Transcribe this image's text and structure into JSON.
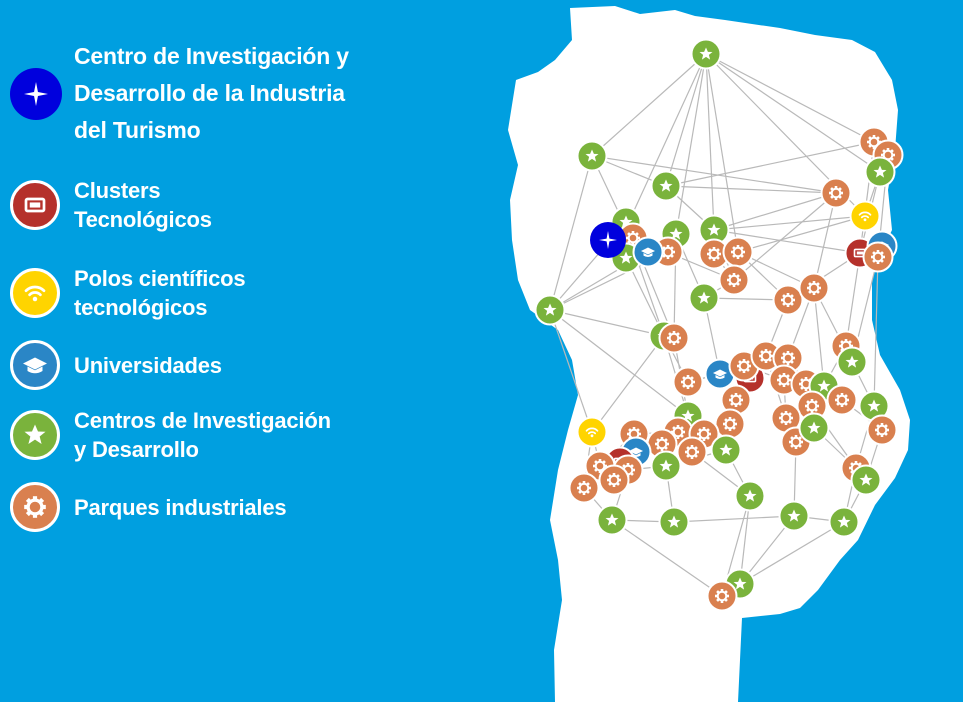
{
  "legend": {
    "items": [
      {
        "key": "turismo",
        "label": "Centro de Investigación y\nDesarrollo de la Industria\ndel Turismo",
        "icon": "four-point-star-icon",
        "color": "#0000dd"
      },
      {
        "key": "clusters",
        "label": "Clusters\nTecnológicos",
        "icon": "monitor-icon",
        "color": "#b5312b"
      },
      {
        "key": "polos",
        "label": "Polos científicos\ntecnológicos",
        "icon": "wifi-icon",
        "color": "#ffd400"
      },
      {
        "key": "univ",
        "label": "Universidades",
        "icon": "graduation-cap-icon",
        "color": "#2a86c6"
      },
      {
        "key": "cid",
        "label": "Centros de Investigación\ny Desarrollo",
        "icon": "star-icon",
        "color": "#7ab33c"
      },
      {
        "key": "parques",
        "label": "Parques industriales",
        "icon": "gear-icon",
        "color": "#d9804f"
      }
    ]
  },
  "colors": {
    "background": "#009fe0",
    "province_fill": "#ffffff",
    "network_line": "#b9b9b9"
  }
}
